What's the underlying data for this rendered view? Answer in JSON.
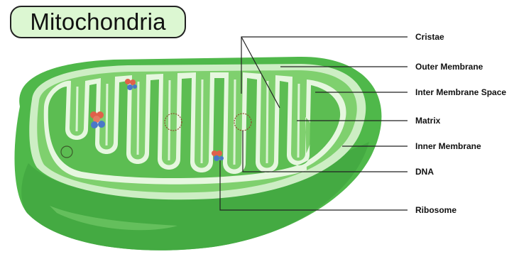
{
  "title": "Mitochondria",
  "labels": {
    "cristae": "Cristae",
    "outer_membrane": "Outer Membrane",
    "inter_membrane_space": "Inter Membrane Space",
    "matrix": "Matrix",
    "inner_membrane": "Inner Membrane",
    "dna": "DNA",
    "ribosome": "Ribosome"
  },
  "colors": {
    "outer": "#4fb84a",
    "outer_dark": "#3a9e38",
    "membrane_light": "#cdeec4",
    "intermembrane": "#7fd06e",
    "matrix": "#5cbd52",
    "ribosome_red": "#e0614a",
    "ribosome_blue": "#4a78c8"
  }
}
